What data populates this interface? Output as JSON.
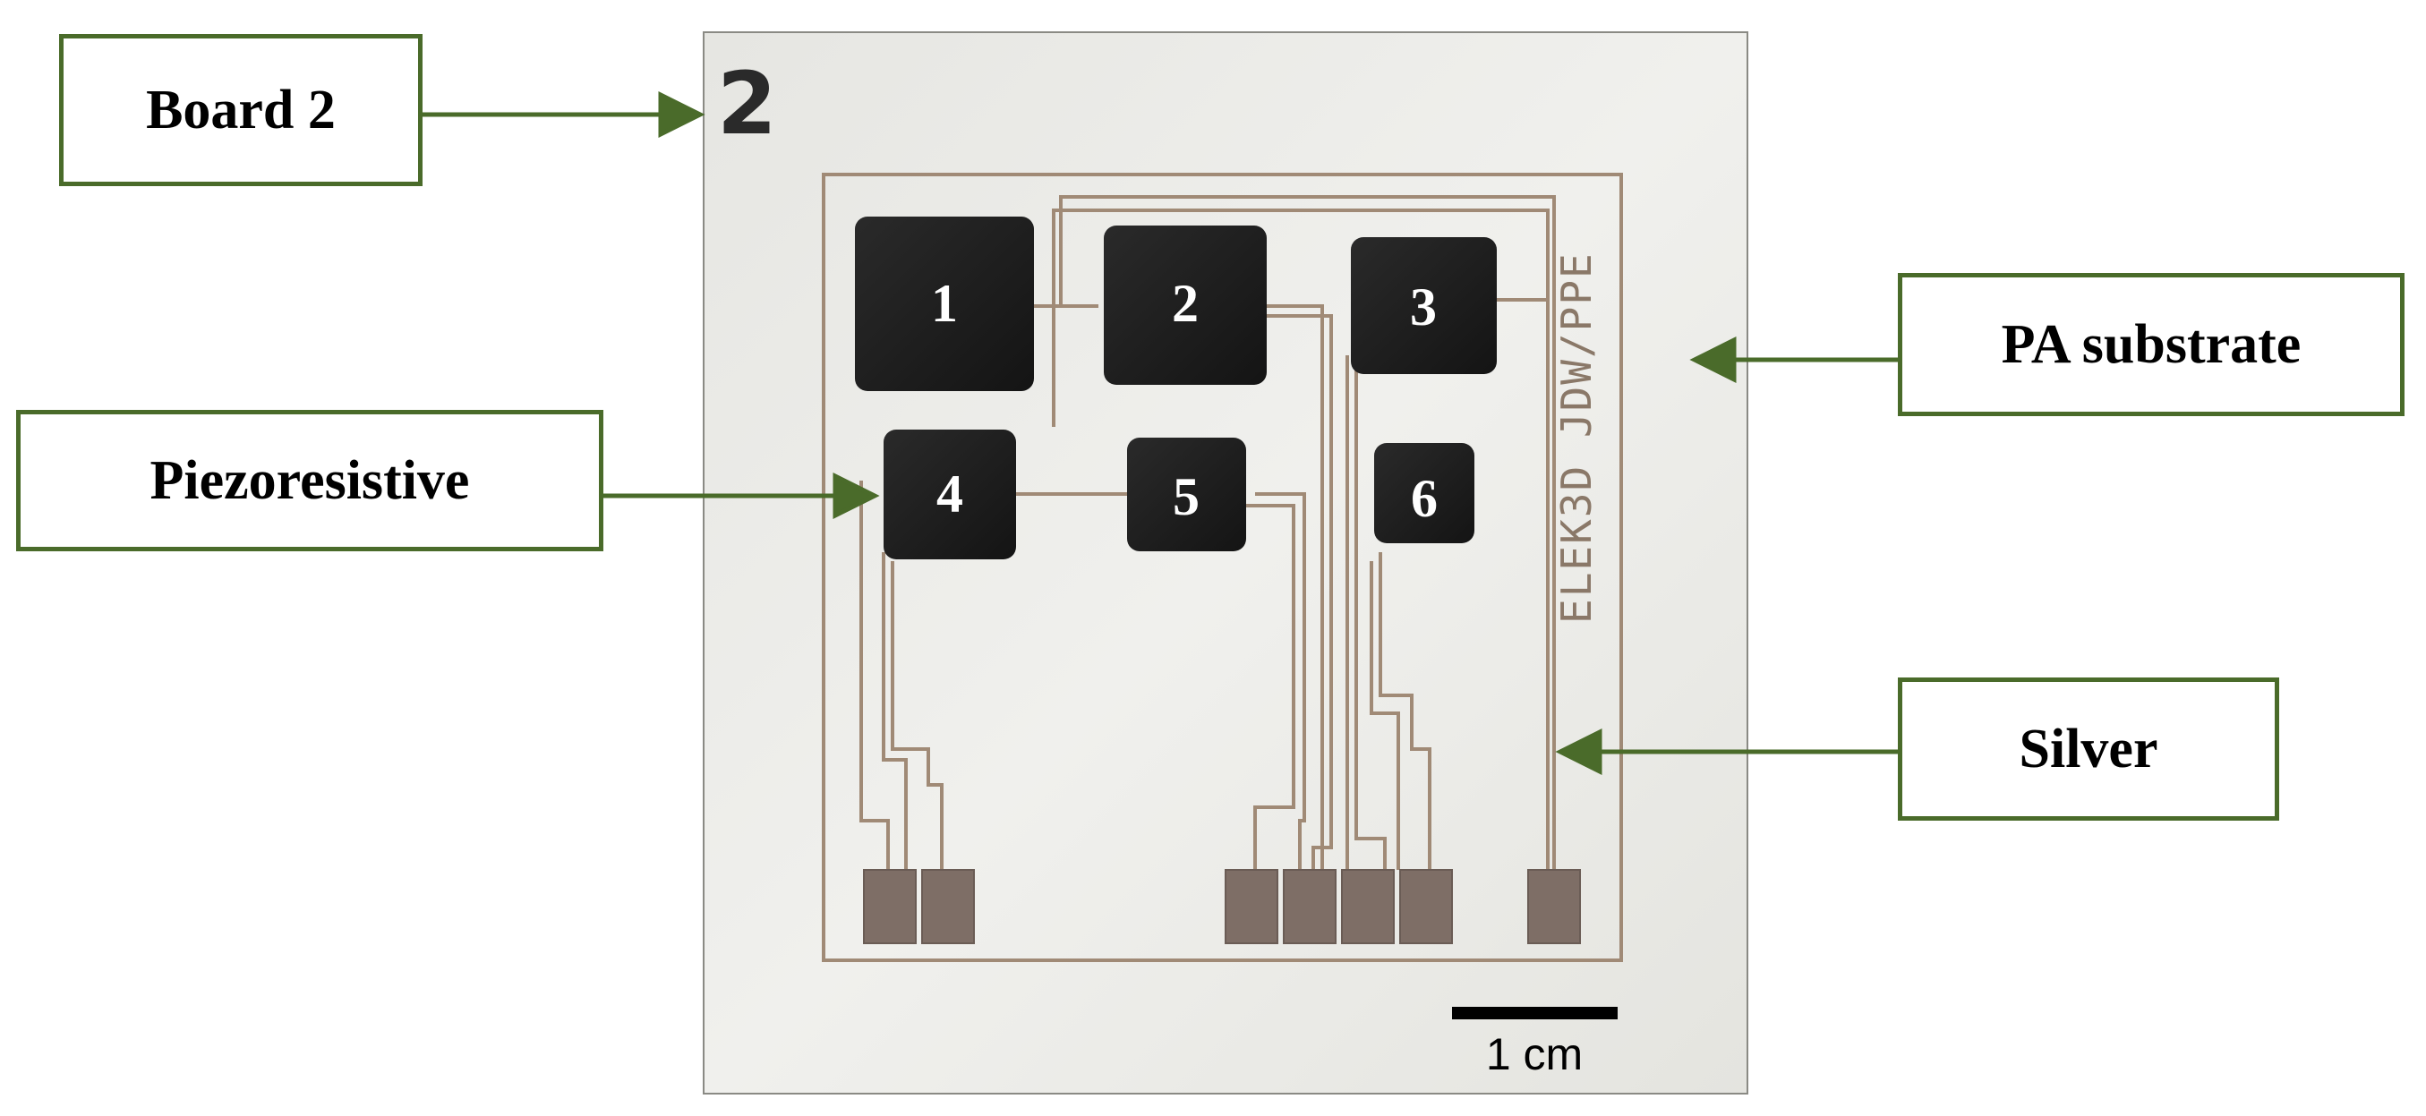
{
  "callouts": {
    "board": "Board 2",
    "pa_substrate": "PA substrate",
    "piezoresistive": "Piezoresistive",
    "silver": "Silver"
  },
  "board": {
    "number": "2",
    "print_text": "ELEK3D JDW/PPE",
    "scale_bar_label": "1 cm"
  },
  "sensor_pads": [
    "1",
    "2",
    "3",
    "4",
    "5",
    "6"
  ],
  "colors": {
    "callout_border": "#4a6b2a",
    "arrow": "#4a6b2a",
    "pad": "#1c1c1c",
    "silver_trace": "#a08a76",
    "contact": "#7e6e66",
    "substrate": "#ecece8"
  }
}
